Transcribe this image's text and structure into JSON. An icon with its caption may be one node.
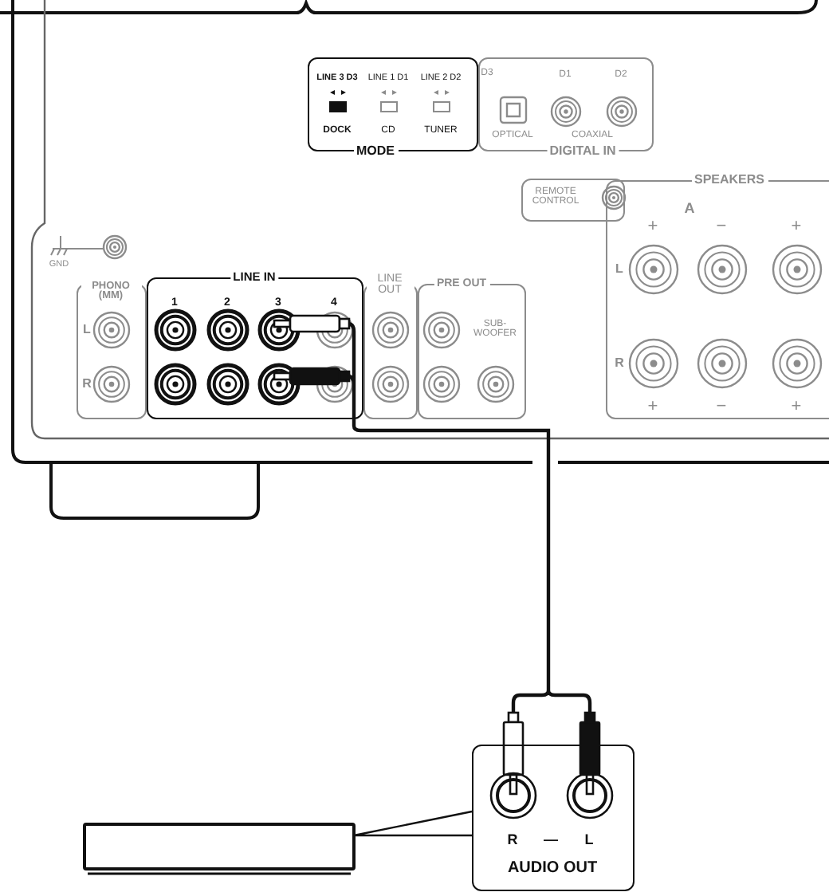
{
  "diagram": {
    "nodes": [
      {
        "text": [
          "LINE 3 D3",
          "DOCK",
          "LINE 1 D1",
          "CD",
          "LINE 2 D2",
          "TUNER",
          "MODE"
        ]
      },
      {
        "text": [
          "D3",
          "OPTICAL",
          "D1",
          "D2",
          "COAXIAL",
          "DIGITAL IN"
        ]
      },
      {
        "text": [
          "REMOTE CONTROL"
        ]
      },
      {
        "text": [
          "SPEAKERS",
          "A",
          "+",
          "−",
          "+",
          "L",
          "R",
          "+",
          "−",
          "+"
        ]
      },
      {
        "text": [
          "PHONO (MM)",
          "L",
          "R"
        ]
      },
      {
        "text": [
          "LINE IN",
          "1",
          "2",
          "3",
          "4"
        ]
      },
      {
        "text": [
          "LINE OUT"
        ]
      },
      {
        "text": [
          "PRE OUT",
          "SUB-WOOFER"
        ]
      },
      {
        "text": [],
        "shape": "box"
      },
      {
        "text": [
          "R",
          "—",
          "L",
          "AUDIO OUT"
        ]
      }
    ],
    "edges": [
      {
        "from": 5,
        "to": 9,
        "arrow": "other"
      },
      {
        "from": 8,
        "to": 9,
        "arrow": "none"
      }
    ],
    "labels": [
      "GND"
    ]
  }
}
